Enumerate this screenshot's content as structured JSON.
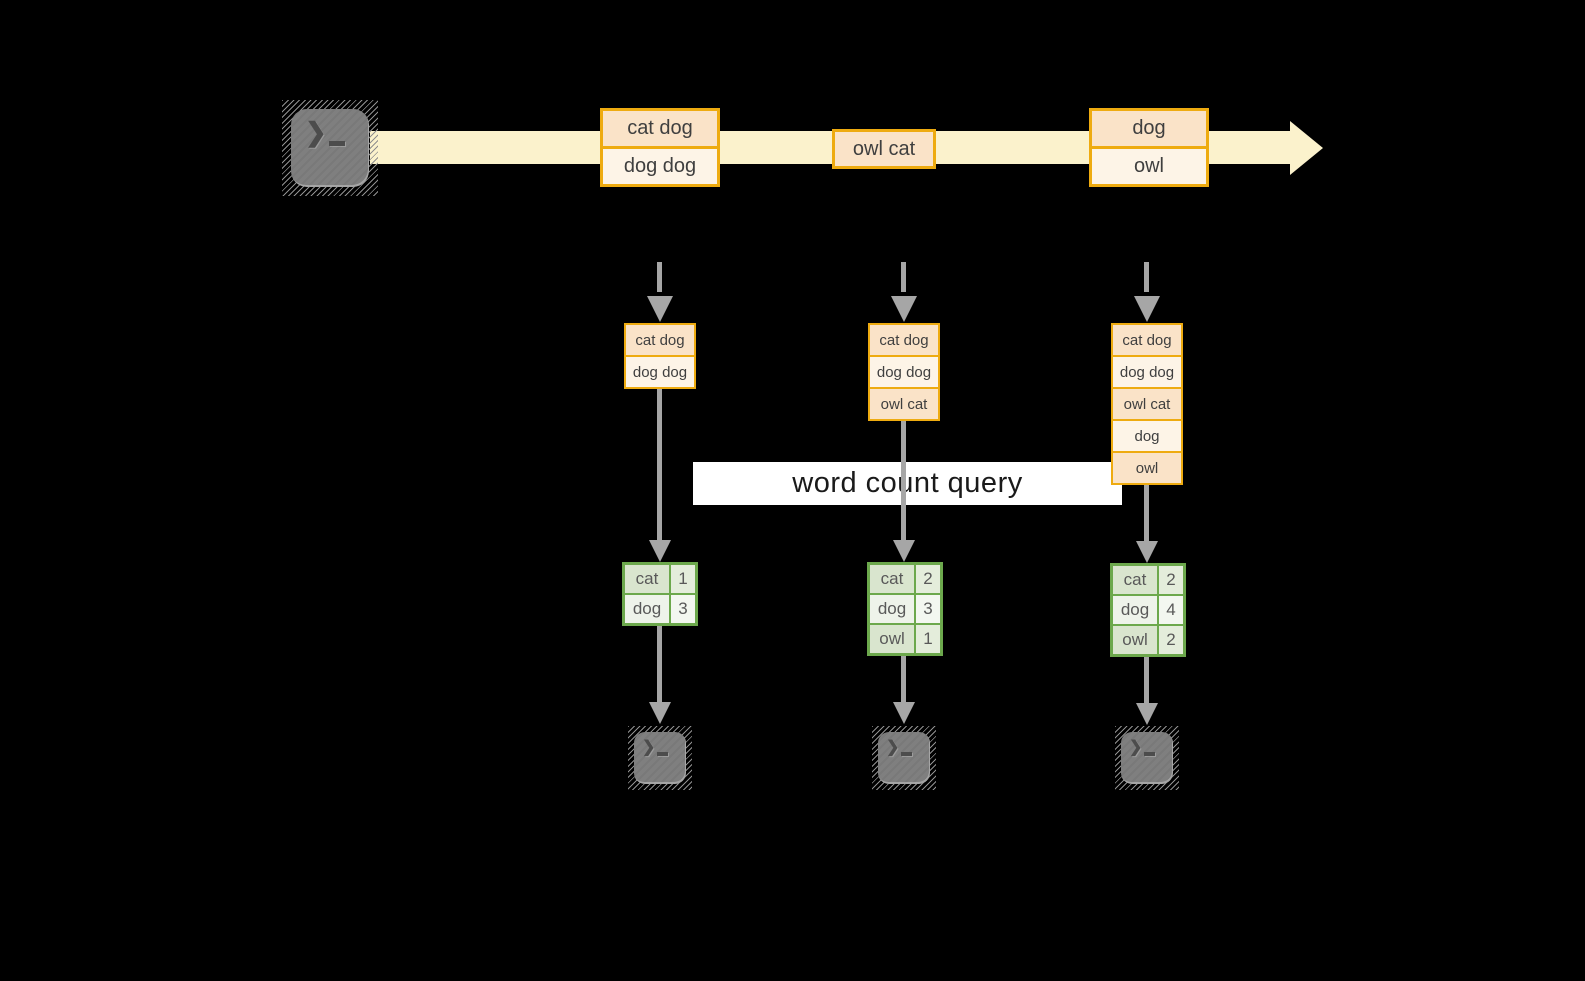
{
  "query_label": "word count query",
  "colors": {
    "background": "#000000",
    "stream_band": "#FBF2CC",
    "event_border": "#EEAB10",
    "event_fill_dark": "#FAE3C8",
    "event_fill_light": "#FDF4E7",
    "table_border": "#6CA84C",
    "table_fill_dark": "#D9E5CE",
    "table_fill_light": "#EEF3EA",
    "connector_gray": "#A6A6A6",
    "label_bg": "#FFFFFF",
    "event_text": "#3F3F3F",
    "table_text": "#595959"
  },
  "icons": {
    "source": "terminal-icon",
    "sink": "terminal-icon"
  },
  "stream_events": [
    {
      "lines": [
        "cat dog",
        "dog dog"
      ]
    },
    {
      "lines": [
        "owl cat"
      ]
    },
    {
      "lines": [
        "dog",
        "owl"
      ]
    }
  ],
  "snapshots": [
    {
      "buffer": [
        "cat dog",
        "dog dog"
      ],
      "counts": [
        {
          "word": "cat",
          "count": "1"
        },
        {
          "word": "dog",
          "count": "3"
        }
      ]
    },
    {
      "buffer": [
        "cat dog",
        "dog dog",
        "owl cat"
      ],
      "counts": [
        {
          "word": "cat",
          "count": "2"
        },
        {
          "word": "dog",
          "count": "3"
        },
        {
          "word": "owl",
          "count": "1"
        }
      ]
    },
    {
      "buffer": [
        "cat dog",
        "dog dog",
        "owl cat",
        "dog",
        "owl"
      ],
      "counts": [
        {
          "word": "cat",
          "count": "2"
        },
        {
          "word": "dog",
          "count": "4"
        },
        {
          "word": "owl",
          "count": "2"
        }
      ]
    }
  ]
}
